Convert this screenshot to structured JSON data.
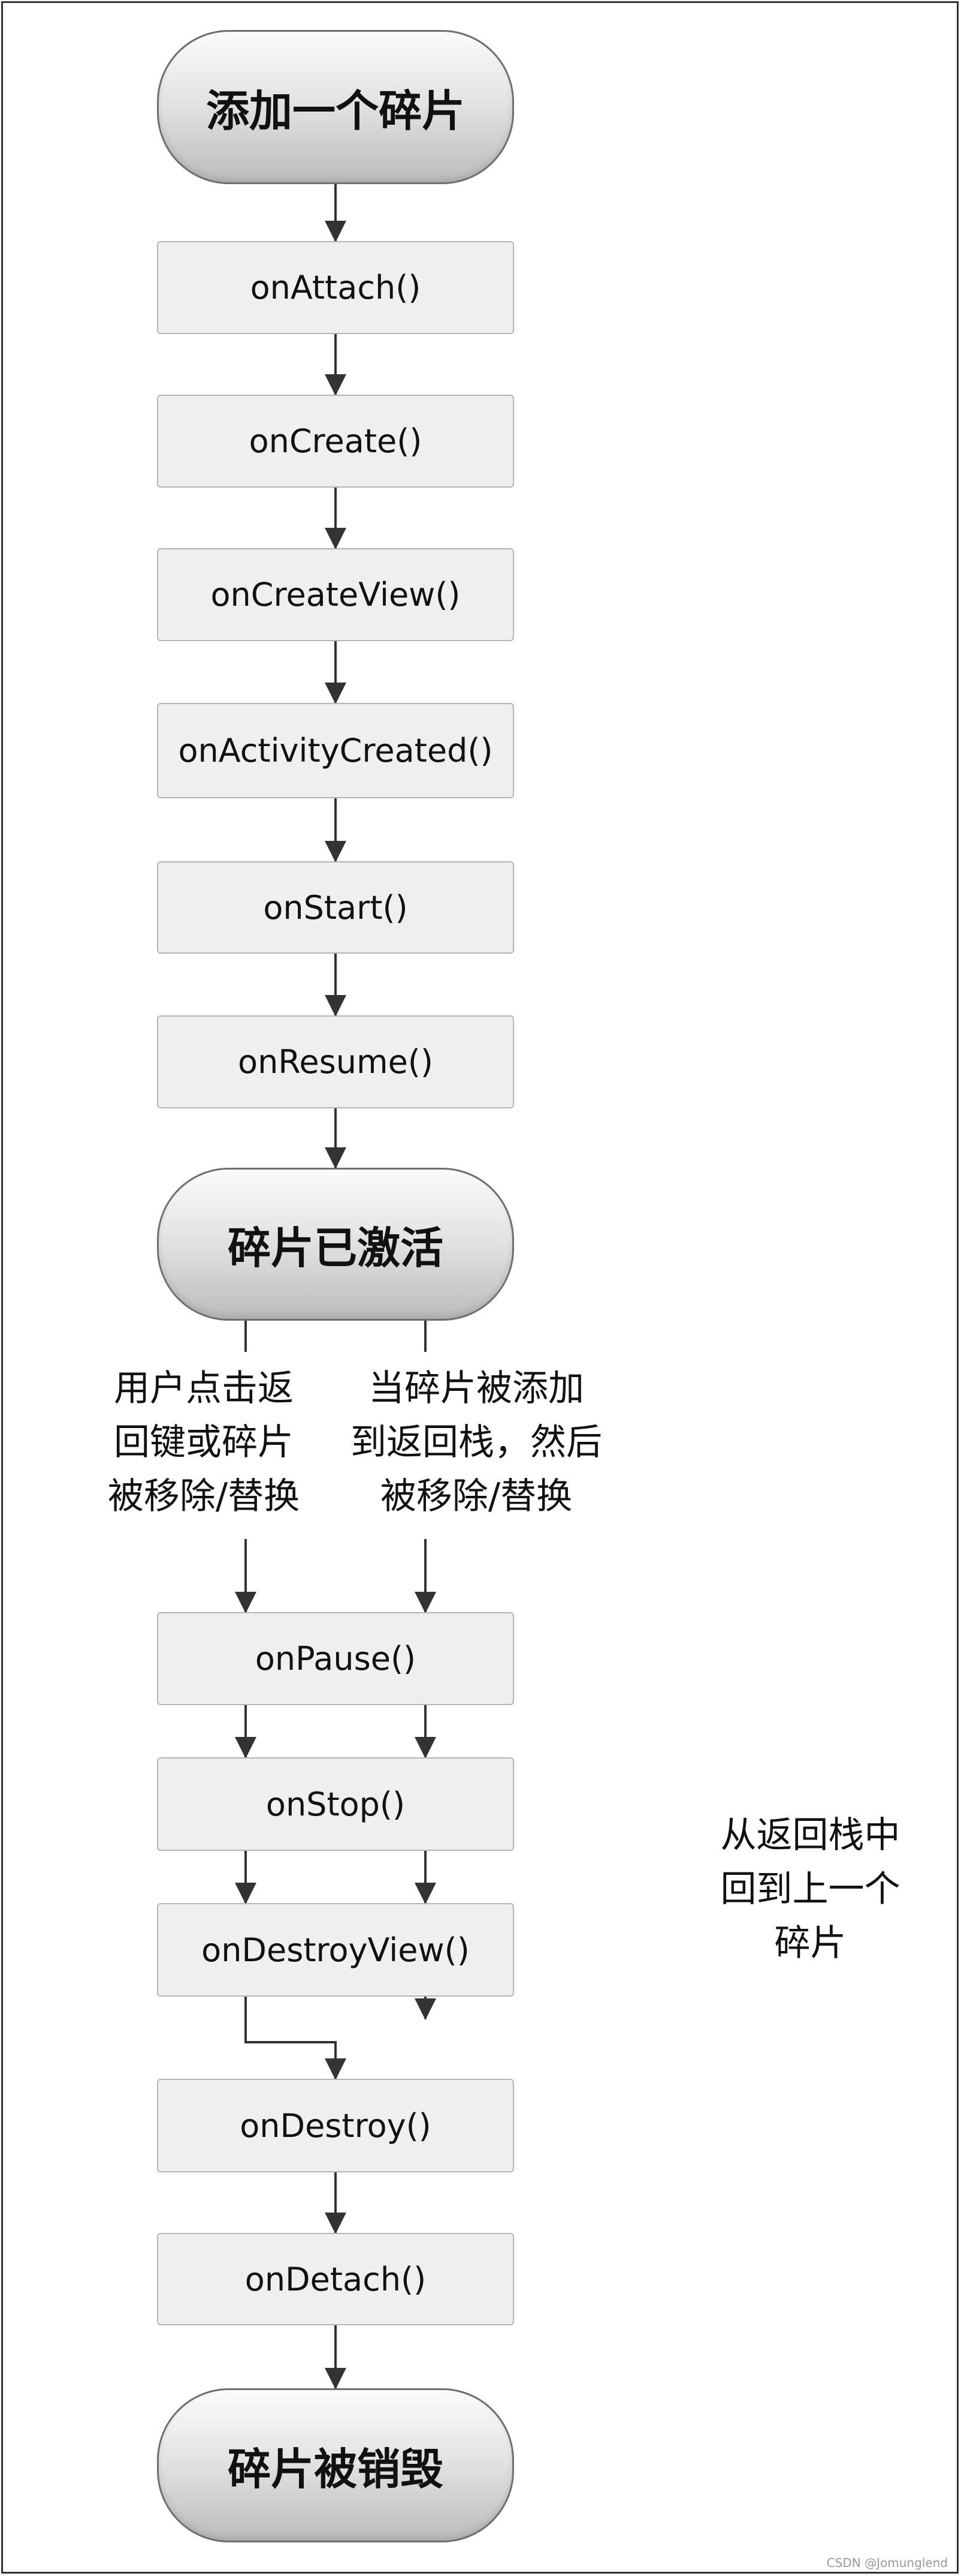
{
  "states": {
    "add_fragment": "添加一个碎片",
    "fragment_active": "碎片已激活",
    "fragment_destroyed": "碎片被销毁"
  },
  "callbacks": {
    "on_attach": "onAttach()",
    "on_create": "onCreate()",
    "on_create_view": "onCreateView()",
    "on_activity_created": "onActivityCreated()",
    "on_start": "onStart()",
    "on_resume": "onResume()",
    "on_pause": "onPause()",
    "on_stop": "onStop()",
    "on_destroy_view": "onDestroyView()",
    "on_destroy": "onDestroy()",
    "on_detach": "onDetach()"
  },
  "labels": {
    "user_back_or_removed": "用户点击返\n回键或碎片\n被移除/替换",
    "added_to_back_stack": "当碎片被添加\n到返回栈，然后\n被移除/替换",
    "return_from_back_stack": "从返回栈中\n回到上一个\n碎片"
  },
  "watermark": "CSDN @Jomunglend",
  "colors": {
    "box_fill": "#efefef",
    "box_border": "#b5b5b5",
    "state_border": "#6f6f6f",
    "arrow": "#333333"
  }
}
